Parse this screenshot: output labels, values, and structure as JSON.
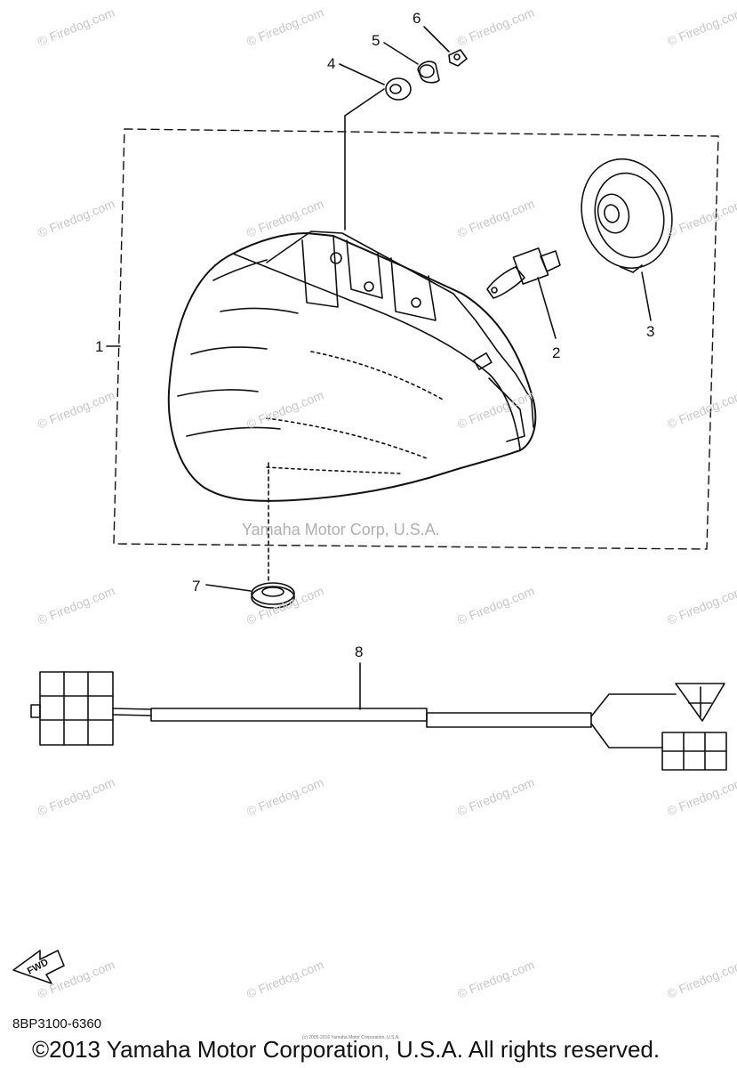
{
  "callouts": [
    "1",
    "2",
    "3",
    "4",
    "5",
    "6",
    "7",
    "8"
  ],
  "watermark": "© Firedog.com",
  "center_credit": "Yamaha Motor Corp, U.S.A.",
  "tiny_credit": "(c) 2005-2016 Yamaha Motor Corporation, U.S.A.",
  "fwd_label": "FWD",
  "part_code": "8BP3100-6360",
  "copyright": "©2013 Yamaha Motor Corporation, U.S.A. All rights reserved."
}
